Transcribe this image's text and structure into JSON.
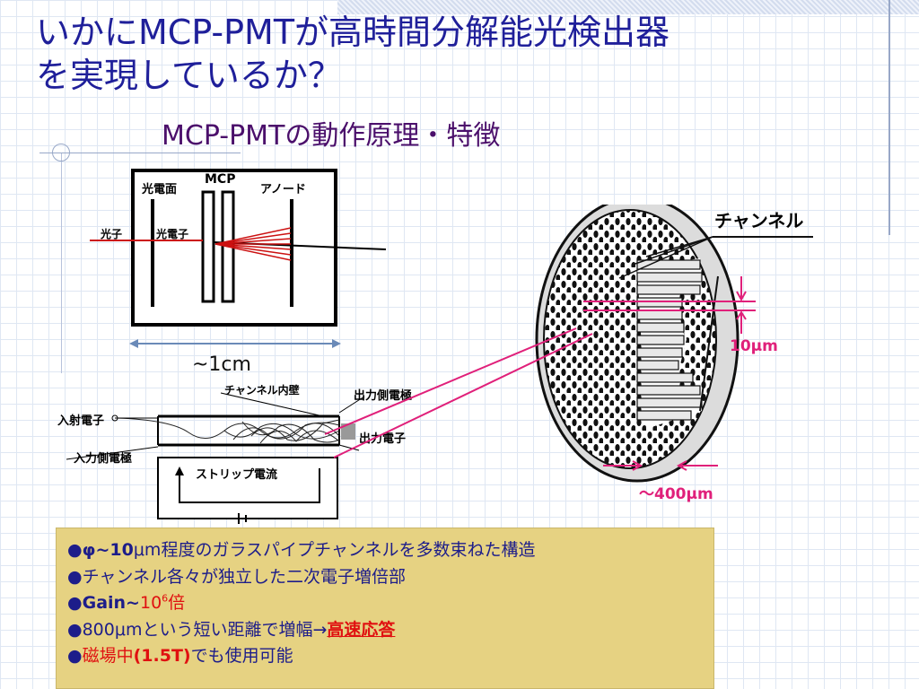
{
  "title": {
    "line1": "いかにMCP-PMTが高時間分解能光検出器",
    "line2": "を実現しているか？"
  },
  "subtitle": "MCP-PMTの動作原理・特徴",
  "diagram": {
    "labels": {
      "photocathode": "光電面",
      "mcp": "MCP",
      "anode": "アノード",
      "photon": "光子",
      "photoelectron": "光電子",
      "size": "~1cm",
      "channel_wall": "チャンネル内壁",
      "output_electrode": "出力側電極",
      "incident_electron": "入射電子",
      "output_electron": "出力電子",
      "input_electrode": "入力側電極",
      "strip_current": "ストリップ電流",
      "channel": "チャンネル",
      "channel_dim": "10μm",
      "thickness": "～400μm"
    },
    "colors": {
      "beam": "#cc1111",
      "pink": "#e0207a",
      "title": "#1f1f9a",
      "subtitle": "#4b0f6b",
      "box": "#e6d282"
    }
  },
  "info": {
    "l1_bullet": "●",
    "l1_phi": "φ~10",
    "l1_unit": "μm",
    "l1_rest": "程度のガラスパイプチャンネルを多数束ねた構造",
    "l2": "●チャンネル各々が独立した二次電子増倍部",
    "l3_bullet": "●",
    "l3_gain": "Gain~",
    "l3_base": "10",
    "l3_exp": "6",
    "l3_suffix": "倍",
    "l4_bullet": "●",
    "l4_text": "800μmという短い距離で増幅→",
    "l4_emph": "高速応答",
    "l5_bullet": "●",
    "l5_a": "磁場中",
    "l5_b": "(1.5T)",
    "l5_c": "でも使用可能"
  }
}
